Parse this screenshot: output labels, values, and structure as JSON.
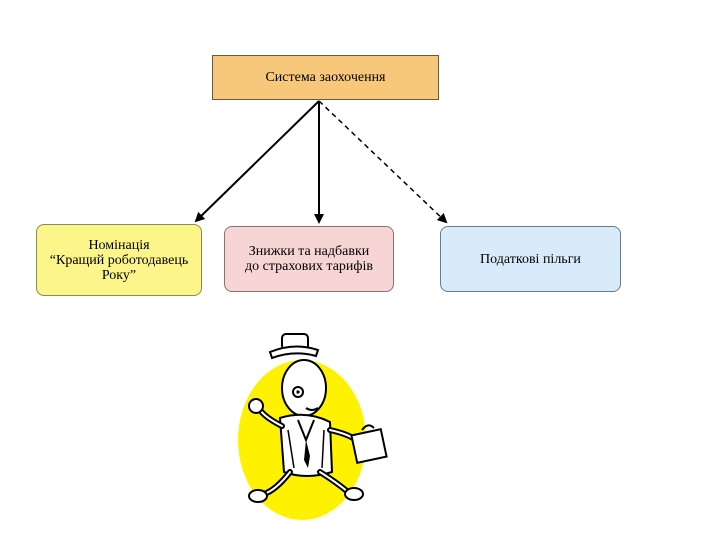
{
  "diagram": {
    "root": {
      "label": "Система заохочення"
    },
    "children": [
      {
        "label": "Номінація\n“Кращий роботодавець\nРоку”",
        "connector": "solid"
      },
      {
        "label": "Знижки та надбавки\nдо страхових тарифів",
        "connector": "solid"
      },
      {
        "label": "Податкові пільги",
        "connector": "dashed"
      }
    ]
  },
  "colors": {
    "root_fill": "#f7c77a",
    "child_1_fill": "#fbf58a",
    "child_2_fill": "#f7d5d5",
    "child_3_fill": "#d7ebfb",
    "clipart_circle": "#fff200"
  },
  "illustration": {
    "icon": "businessman-running-icon"
  }
}
